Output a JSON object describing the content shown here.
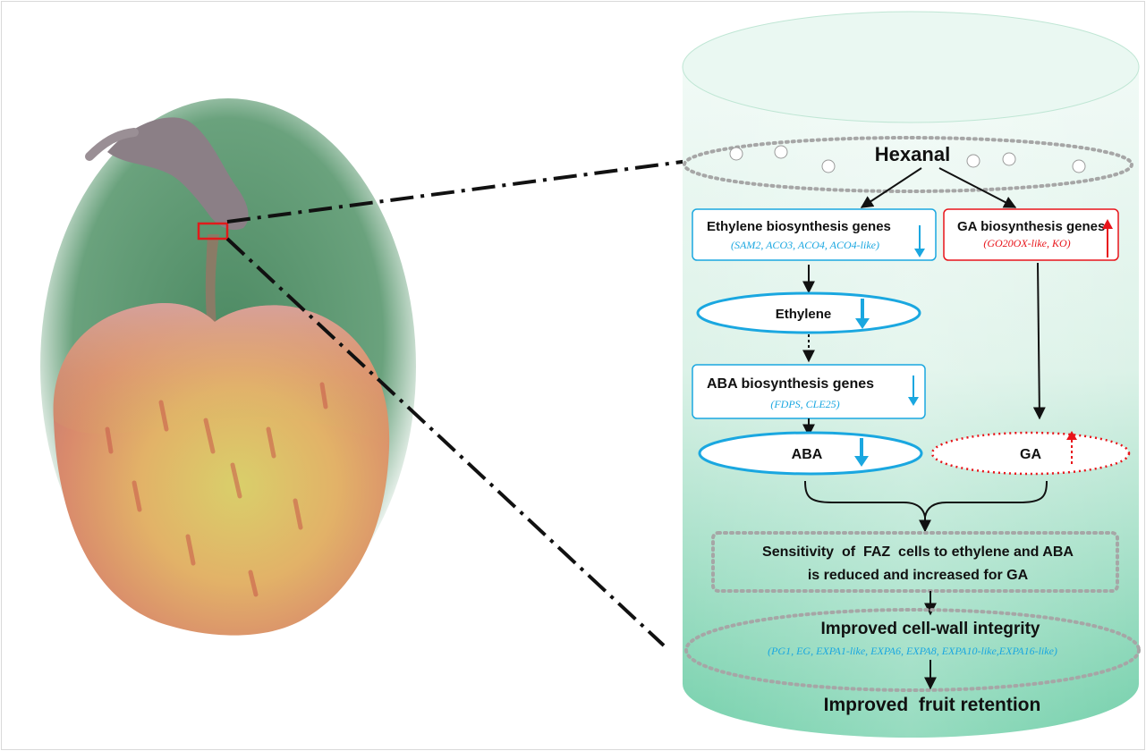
{
  "hexanal": "Hexanal",
  "ethylene_genes": {
    "title": "Ethylene biosynthesis genes",
    "genes": "(SAM2, ACO3, ACO4, ACO4-like)"
  },
  "ga_genes": {
    "title": "GA biosynthesis genes",
    "genes": "(GO20OX-like, KO)"
  },
  "ethylene": "Ethylene",
  "aba_genes": {
    "title": "ABA biosynthesis genes",
    "genes": "(FDPS, CLE25)"
  },
  "aba": "ABA",
  "ga": "GA",
  "sensitivity": {
    "line1": "Sensitivity  of  FAZ  cells to ethylene and ABA",
    "line2": "is reduced and increased for GA"
  },
  "cell_wall": {
    "title": "Improved cell-wall integrity",
    "genes": "(PG1, EG, EXPA1-like, EXPA6, EXPA8, EXPA10-like,EXPA16-like)"
  },
  "retention": "Improved  fruit retention",
  "colors": {
    "down": "#1aa7e0",
    "up": "#e8141a",
    "cylinder_top": "#eaf7f2",
    "cylinder_bottom": "#6fcfaa"
  }
}
